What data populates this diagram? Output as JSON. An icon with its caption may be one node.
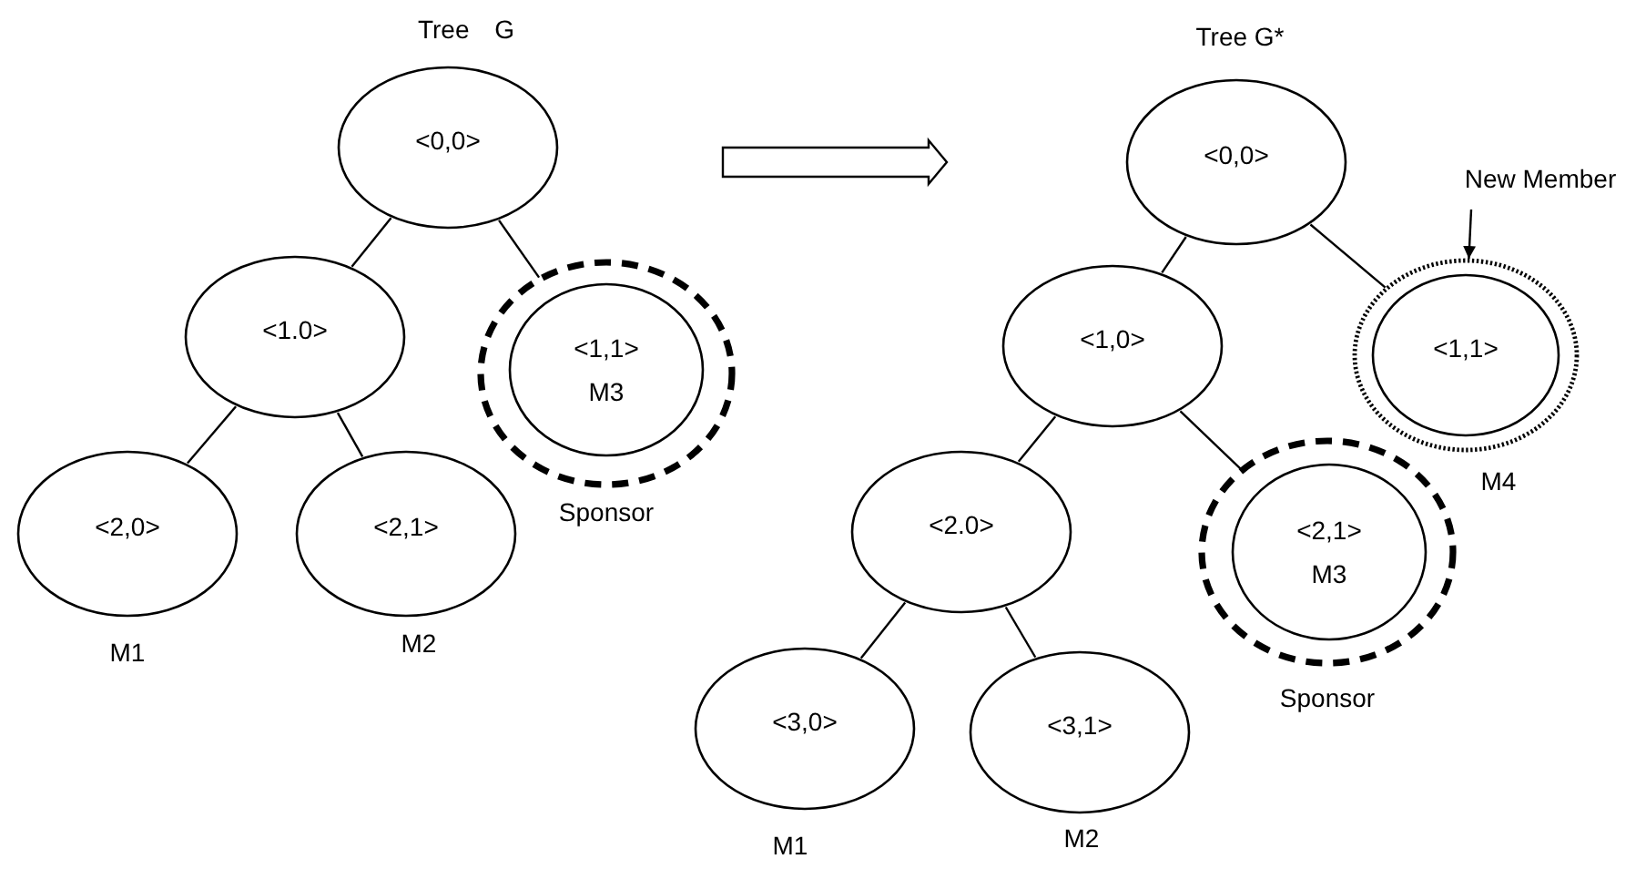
{
  "diagram": {
    "nodes": [
      {
        "text": [
          "<0,0>"
        ]
      },
      {
        "text": [
          "<1.0>"
        ]
      },
      {
        "text": [],
        "shape": "circle",
        "beside": [
          "Sponsor"
        ]
      },
      {
        "text": [
          "<1,1>",
          "M3"
        ],
        "in": 2
      },
      {
        "text": [
          "<2,0>"
        ],
        "beside": [
          "M1"
        ]
      },
      {
        "text": [
          "<2,1>"
        ],
        "beside": [
          "M2"
        ]
      },
      {
        "text": [
          "<0,0>"
        ]
      },
      {
        "text": [
          "<1,0>"
        ]
      },
      {
        "text": [],
        "shape": "circle",
        "beside": [
          "M4"
        ]
      },
      {
        "text": [
          "<1,1>"
        ],
        "in": 8
      },
      {
        "text": [
          "<2.0>"
        ]
      },
      {
        "text": [],
        "shape": "circle",
        "beside": [
          "Sponsor"
        ]
      },
      {
        "text": [
          "<2,1>",
          "M3"
        ],
        "in": 11
      },
      {
        "text": [
          "<3,0>"
        ],
        "beside": [
          "M1"
        ]
      },
      {
        "text": [
          "<3,1>"
        ],
        "beside": [
          "M2"
        ]
      },
      {
        "text": [
          "New Member"
        ]
      }
    ],
    "edges": [
      {
        "from": 0,
        "to": 1,
        "arrow": "none"
      },
      {
        "from": 0,
        "to": 2,
        "arrow": "none"
      },
      {
        "from": 1,
        "to": 4,
        "arrow": "none"
      },
      {
        "from": 1,
        "to": 5,
        "arrow": "none"
      },
      {
        "from": 6,
        "to": 7,
        "arrow": "none"
      },
      {
        "from": 6,
        "to": 8,
        "arrow": "none"
      },
      {
        "from": 7,
        "to": 10,
        "arrow": "none"
      },
      {
        "from": 7,
        "to": 11,
        "arrow": "none"
      },
      {
        "from": 10,
        "to": 13,
        "arrow": "none"
      },
      {
        "from": 10,
        "to": 14,
        "arrow": "none"
      },
      {
        "from": 15,
        "to": 8,
        "arrow": "to"
      }
    ],
    "labels": [
      "Tree G",
      "Tree G*"
    ]
  }
}
